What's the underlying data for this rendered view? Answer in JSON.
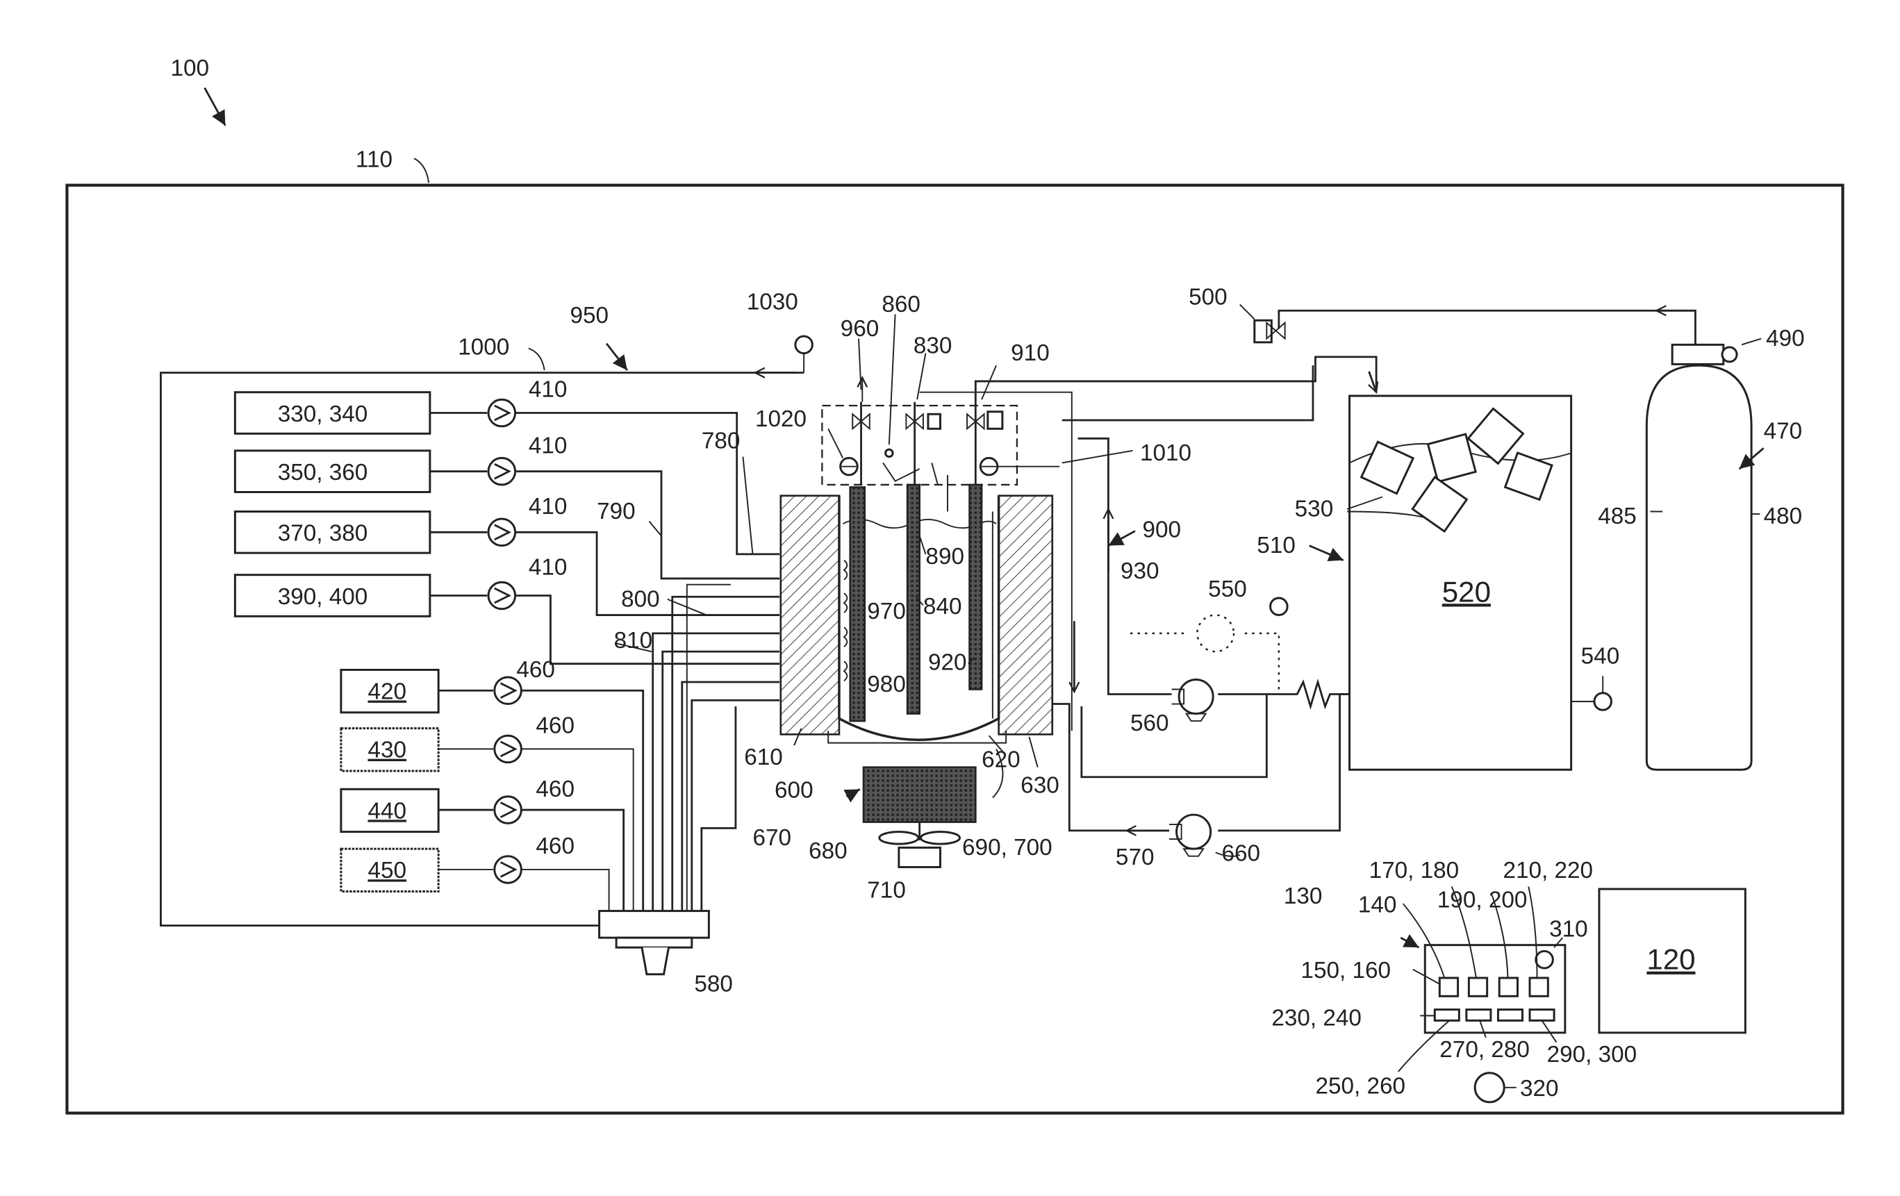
{
  "labels": {
    "system": "100",
    "enclosure": "110",
    "computer": "120",
    "controller": "130",
    "ctrl_140": "140",
    "ctrl_150_160": "150, 160",
    "ctrl_170_180": "170, 180",
    "ctrl_190_200": "190, 200",
    "ctrl_210_220": "210, 220",
    "ctrl_230_240": "230, 240",
    "ctrl_250_260": "250, 260",
    "ctrl_270_280": "270, 280",
    "ctrl_290_300": "290, 300",
    "ctrl_310": "310",
    "ctrl_320": "320",
    "reagent_330_340": "330, 340",
    "reagent_350_360": "350, 360",
    "reagent_370_380": "370, 380",
    "reagent_390_400": "390, 400",
    "pump_410": "410",
    "source_420": "420",
    "source_430": "430",
    "source_440": "440",
    "source_450": "450",
    "pump_460": "460",
    "cylinder": "470",
    "cylinder_body": "480",
    "cylinder_gas": "485",
    "regulator": "490",
    "valve_500": "500",
    "tank": "510",
    "tank_contents": "520",
    "items": "530",
    "sensor_540": "540",
    "sensor_550": "550",
    "pump_560": "560",
    "pump_570": "570",
    "manifold": "580",
    "reactor": "600",
    "jacket": "610",
    "vessel_620": "620",
    "vessel_630": "630",
    "pump_660": "660",
    "stirrer": "670",
    "stirrer_680": "680",
    "stirrer_690_700": "690, 700",
    "motor": "710",
    "line_780": "780",
    "line_790": "790",
    "line_800": "800",
    "line_810": "810",
    "valve_830": "830",
    "probe_840": "840",
    "valve_860": "860",
    "probe_890": "890",
    "loop_900": "900",
    "valve_910": "910",
    "probe_920": "920",
    "line_930": "930",
    "line_950": "950",
    "valve_960": "960",
    "probe_970": "970",
    "probe_980": "980",
    "line_1000": "1000",
    "sensor_1010": "1010",
    "sensor_1020": "1020",
    "sensor_1030": "1030"
  }
}
